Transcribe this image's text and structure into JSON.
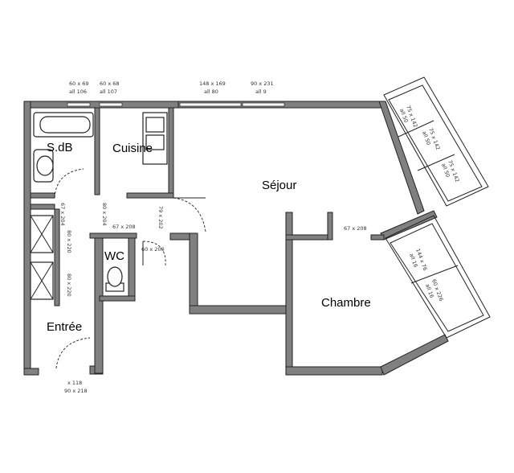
{
  "rooms": {
    "sdb": "S.dB",
    "cuisine": "Cuisine",
    "sejour": "Séjour",
    "wc": "WC",
    "chambre": "Chambre",
    "entree": "Entrée"
  },
  "dimensions": {
    "top1_a": "60 x 69",
    "top1_b": "all 106",
    "top2_a": "60 x 68",
    "top2_b": "all 107",
    "top3_a": "148 x 169",
    "top3_b": "all 80",
    "top4_a": "90 x 231",
    "top4_b": "all 9",
    "bay1_a": "75 x 142",
    "bay1_b": "all 50",
    "bay2_a": "75 x 142",
    "bay2_b": "all 50",
    "bay3_a": "75 x 142",
    "bay3_b": "all 50",
    "door_sdb": "67 x 204",
    "door_cuis": "80 x 204",
    "door_corr": "67 x 208",
    "door_side": "79 x 202",
    "door_wc": "60 x 200",
    "closet1": "80 x 220",
    "closet2": "80 x 220",
    "door_ch": "67 x 208",
    "bay4_a": "144 x 76",
    "bay4_b": "all 16",
    "bay5_a": "60 x 226",
    "bay5_b": "all 16",
    "entry_a": "x 118",
    "entry_b": "90 x 218"
  }
}
